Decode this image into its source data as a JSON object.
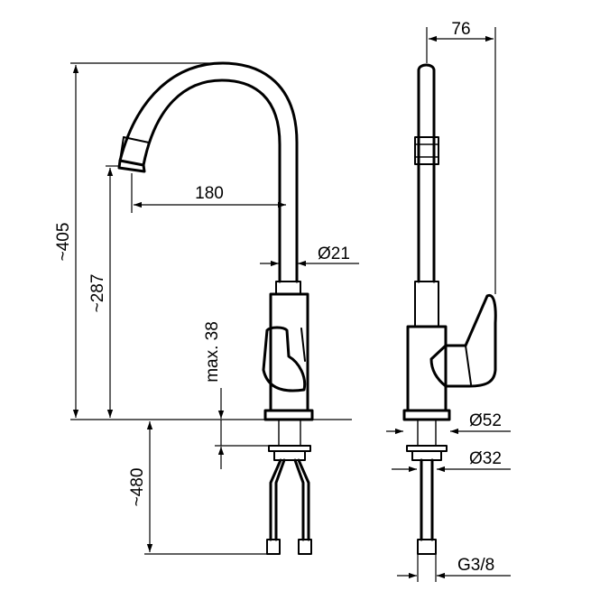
{
  "dimensions": {
    "total_height": "~405",
    "spout_height": "~287",
    "spout_reach": "180",
    "spout_diameter": "Ø21",
    "max_countertop": "max. 38",
    "hose_length": "~480",
    "side_depth": "76",
    "base_diameter": "Ø52",
    "shank_diameter": "Ø32",
    "thread": "G3/8"
  }
}
